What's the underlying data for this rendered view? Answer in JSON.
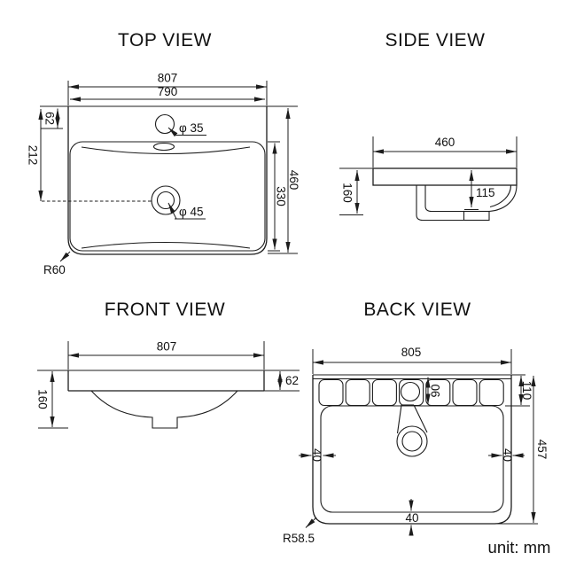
{
  "unit_label": "unit: mm",
  "views": {
    "top": {
      "title": "TOP VIEW",
      "dims": {
        "width_outer": "807",
        "width_inner": "790",
        "faucet_offset": "62",
        "drain_offset": "212",
        "depth_outer": "460",
        "depth_inner": "330",
        "faucet_dia": "φ 35",
        "drain_dia": "φ 45",
        "corner_radius": "R60"
      }
    },
    "side": {
      "title": "SIDE VIEW",
      "dims": {
        "depth": "460",
        "height": "160",
        "bowl_depth": "115"
      }
    },
    "front": {
      "title": "FRONT VIEW",
      "dims": {
        "width": "807",
        "height": "160",
        "edge_height": "62"
      }
    },
    "back": {
      "title": "BACK VIEW",
      "dims": {
        "width": "805",
        "band_height": "110",
        "height": "457",
        "faucet_offset": "90",
        "left_margin": "40",
        "right_margin": "40",
        "bottom_margin": "40",
        "corner_radius": "R58.5"
      }
    }
  }
}
